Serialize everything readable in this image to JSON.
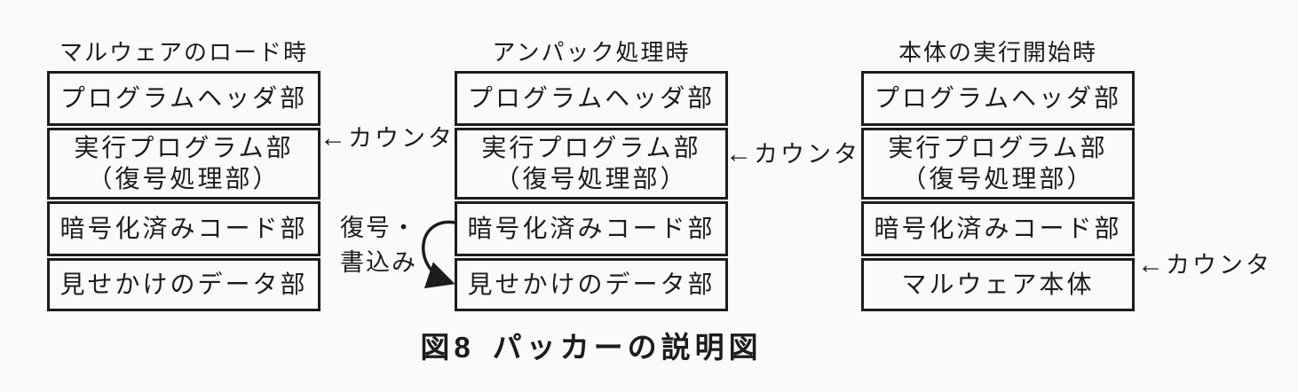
{
  "colors": {
    "ink": "#1c1c1c",
    "paper": "#fbfaf8"
  },
  "caption": {
    "number": "図8",
    "text": "パッカーの説明図"
  },
  "columns": [
    {
      "id": "load-time",
      "title": "マルウェアのロード時",
      "cells": [
        {
          "lines": [
            "プログラムヘッダ部"
          ]
        },
        {
          "lines": [
            "実行プログラム部",
            "（復号処理部）"
          ]
        },
        {
          "lines": [
            "暗号化済みコード部"
          ]
        },
        {
          "lines": [
            "見せかけのデータ部"
          ]
        }
      ]
    },
    {
      "id": "unpack-time",
      "title": "アンパック処理時",
      "cells": [
        {
          "lines": [
            "プログラムヘッダ部"
          ]
        },
        {
          "lines": [
            "実行プログラム部",
            "（復号処理部）"
          ]
        },
        {
          "lines": [
            "暗号化済みコード部"
          ]
        },
        {
          "lines": [
            "見せかけのデータ部"
          ]
        }
      ]
    },
    {
      "id": "exec-start-time",
      "title": "本体の実行開始時",
      "cells": [
        {
          "lines": [
            "プログラムヘッダ部"
          ]
        },
        {
          "lines": [
            "実行プログラム部",
            "（復号処理部）"
          ]
        },
        {
          "lines": [
            "暗号化済みコード部"
          ]
        },
        {
          "lines": [
            "マルウェア本体"
          ]
        }
      ]
    }
  ],
  "annotations": {
    "arrow_glyph": "←",
    "counter_label": "カウンタ",
    "decrypt_write_lines": [
      "復号・",
      "書込み"
    ]
  }
}
